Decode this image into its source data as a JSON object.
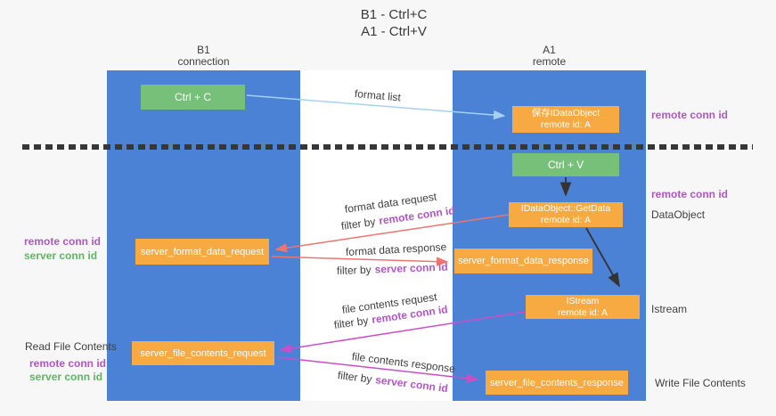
{
  "title": {
    "line1": "B1 - Ctrl+C",
    "line2": "A1 - Ctrl+V"
  },
  "columns": {
    "left": {
      "name": "B1",
      "role": "connection"
    },
    "right": {
      "name": "A1",
      "role": "remote"
    }
  },
  "nodes": {
    "ctrl_c": {
      "label": "Ctrl + C"
    },
    "saved_dataobject": {
      "line1": "保存IDataObject",
      "line2": "remote id: A"
    },
    "ctrl_v": {
      "label": "Ctrl + V"
    },
    "getdata": {
      "line1": "IDataObject::GetData",
      "line2": "remote id: A"
    },
    "format_request": {
      "label": "server_format_data_request"
    },
    "format_response": {
      "label": "server_format_data_response"
    },
    "istream": {
      "line1": "IStream",
      "line2": "remote id: A"
    },
    "file_request": {
      "label": "server_file_contents_request"
    },
    "file_response": {
      "label": "server_file_contents_response"
    }
  },
  "edges": {
    "format_list": "format list",
    "format_data_request": "format data request",
    "format_data_response": "format data response",
    "file_contents_request": "file contents request",
    "file_contents_response": "file contents response",
    "filter_by": "filter by",
    "remote_conn_id": "remote conn id",
    "server_conn_id": "server conn id"
  },
  "side_labels": {
    "remote_conn_id": "remote conn id",
    "server_conn_id": "server conn id",
    "dataobject": "DataObject",
    "istream": "Istream",
    "read_file_contents": "Read File Contents",
    "write_file_contents": "Write File Contents"
  },
  "colors": {
    "column_blue": "#4c82d6",
    "box_orange": "#f7a942",
    "box_green": "#76c07a",
    "arrow_salmon": "#ee7472",
    "arrow_magenta": "#ca4fc6",
    "arrow_lightblue": "#a6d2f2",
    "arrow_black": "#333333",
    "text_purple": "#b157c4",
    "text_green": "#5cb860",
    "text_dark": "#3f3f3f"
  }
}
